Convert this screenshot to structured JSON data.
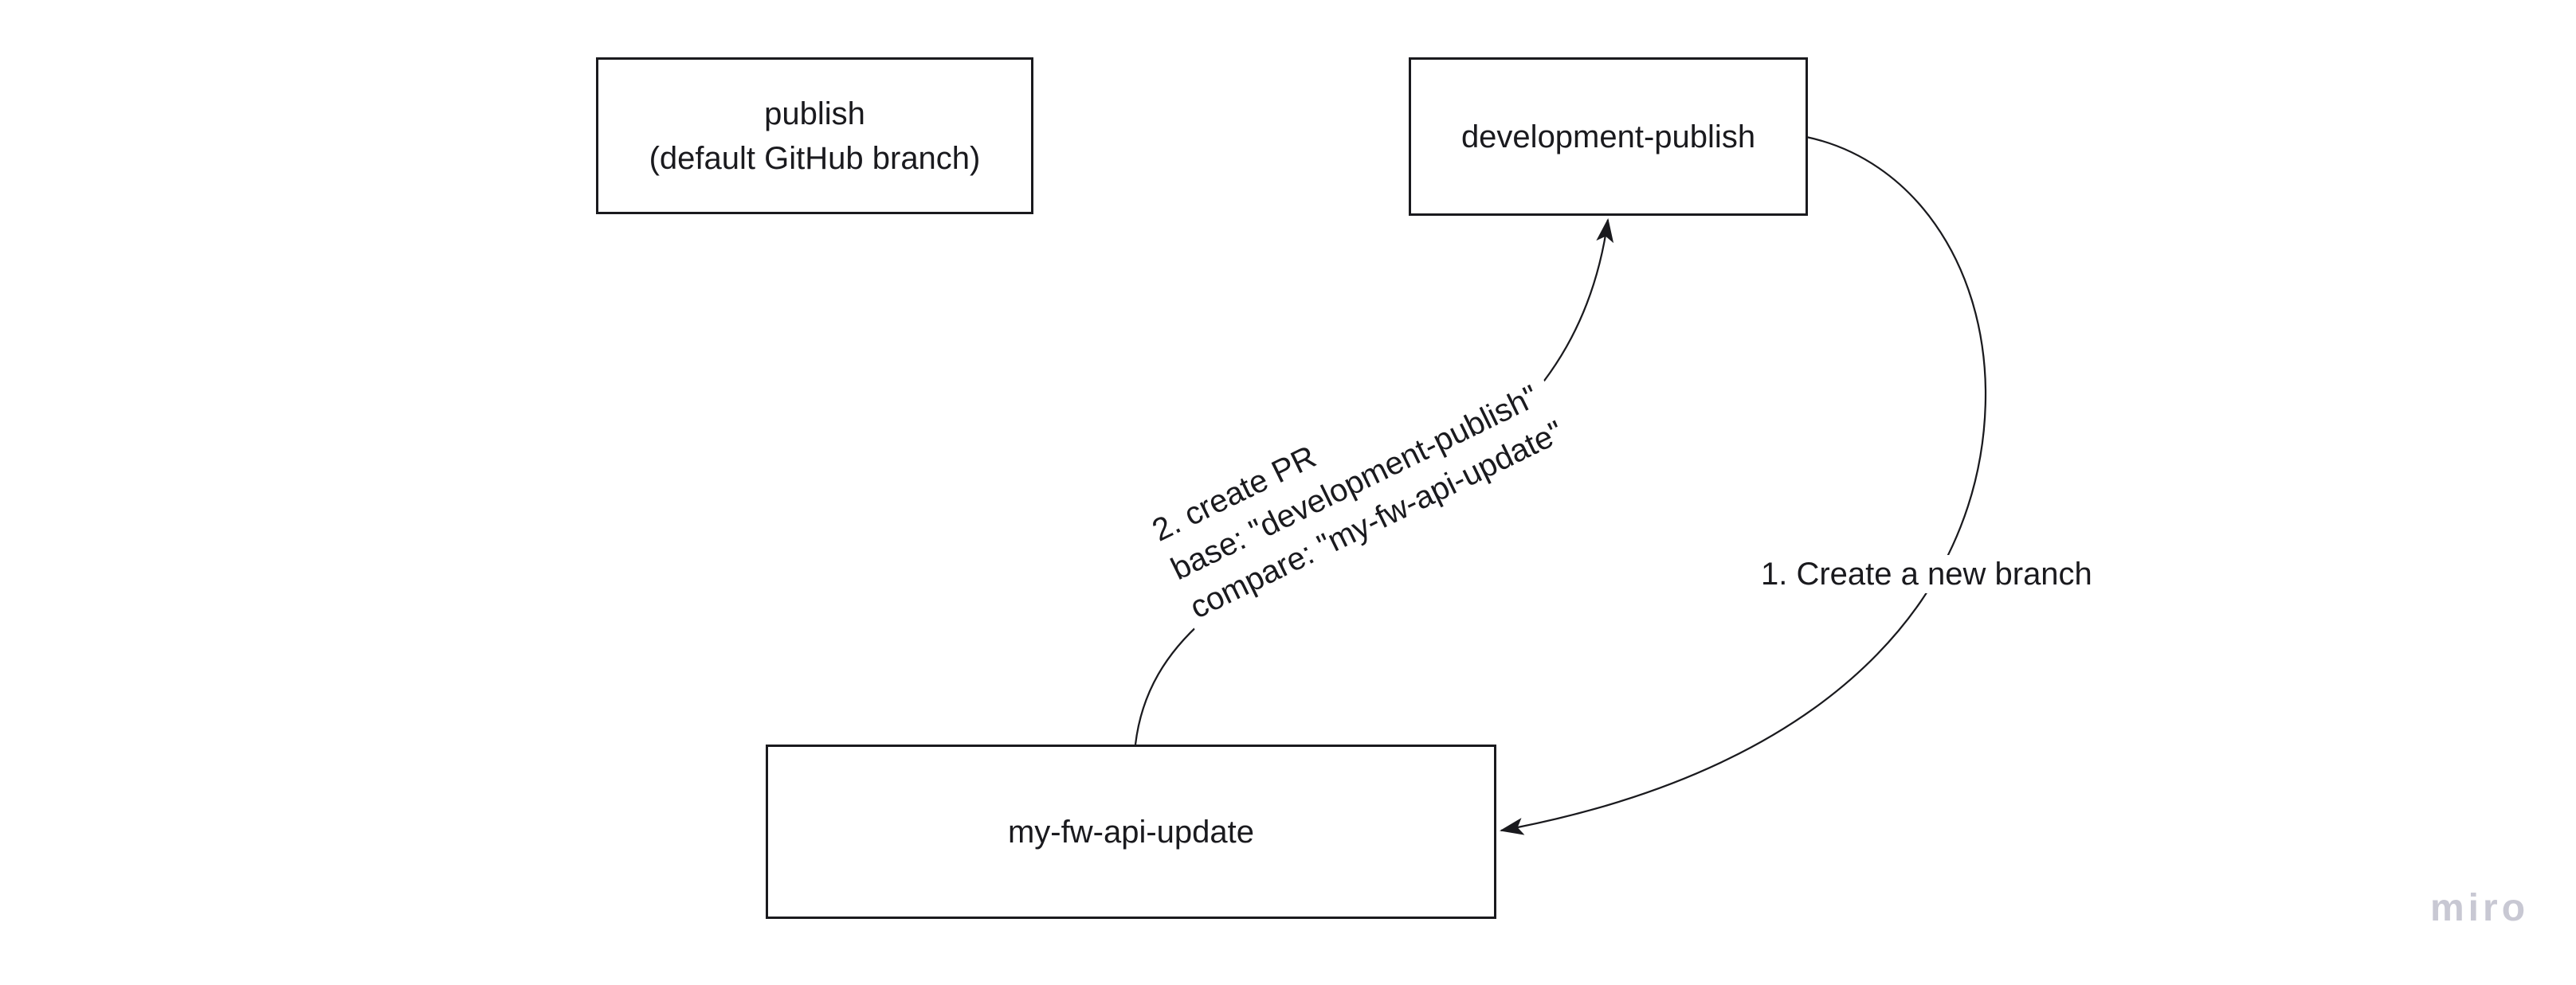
{
  "board": {
    "background": "#ffffff",
    "boxes": [
      {
        "id": "publish",
        "lines": [
          "publish",
          "(default GitHub branch)"
        ]
      },
      {
        "id": "development-publish",
        "lines": [
          "development-publish"
        ]
      },
      {
        "id": "my-fw-api-update",
        "lines": [
          "my-fw-api-update"
        ]
      }
    ],
    "connectors": [
      {
        "id": "create-branch",
        "label": "1. Create a new branch"
      },
      {
        "id": "create-pr",
        "lines": [
          "2. create PR",
          "base: \"development-publish\"",
          "compare: \"my-fw-api-update\""
        ]
      }
    ],
    "colors": {
      "stroke": "#1a1a1e",
      "text": "#1a1a1e",
      "watermark": "#c8c8d3"
    },
    "watermark": "miro"
  }
}
